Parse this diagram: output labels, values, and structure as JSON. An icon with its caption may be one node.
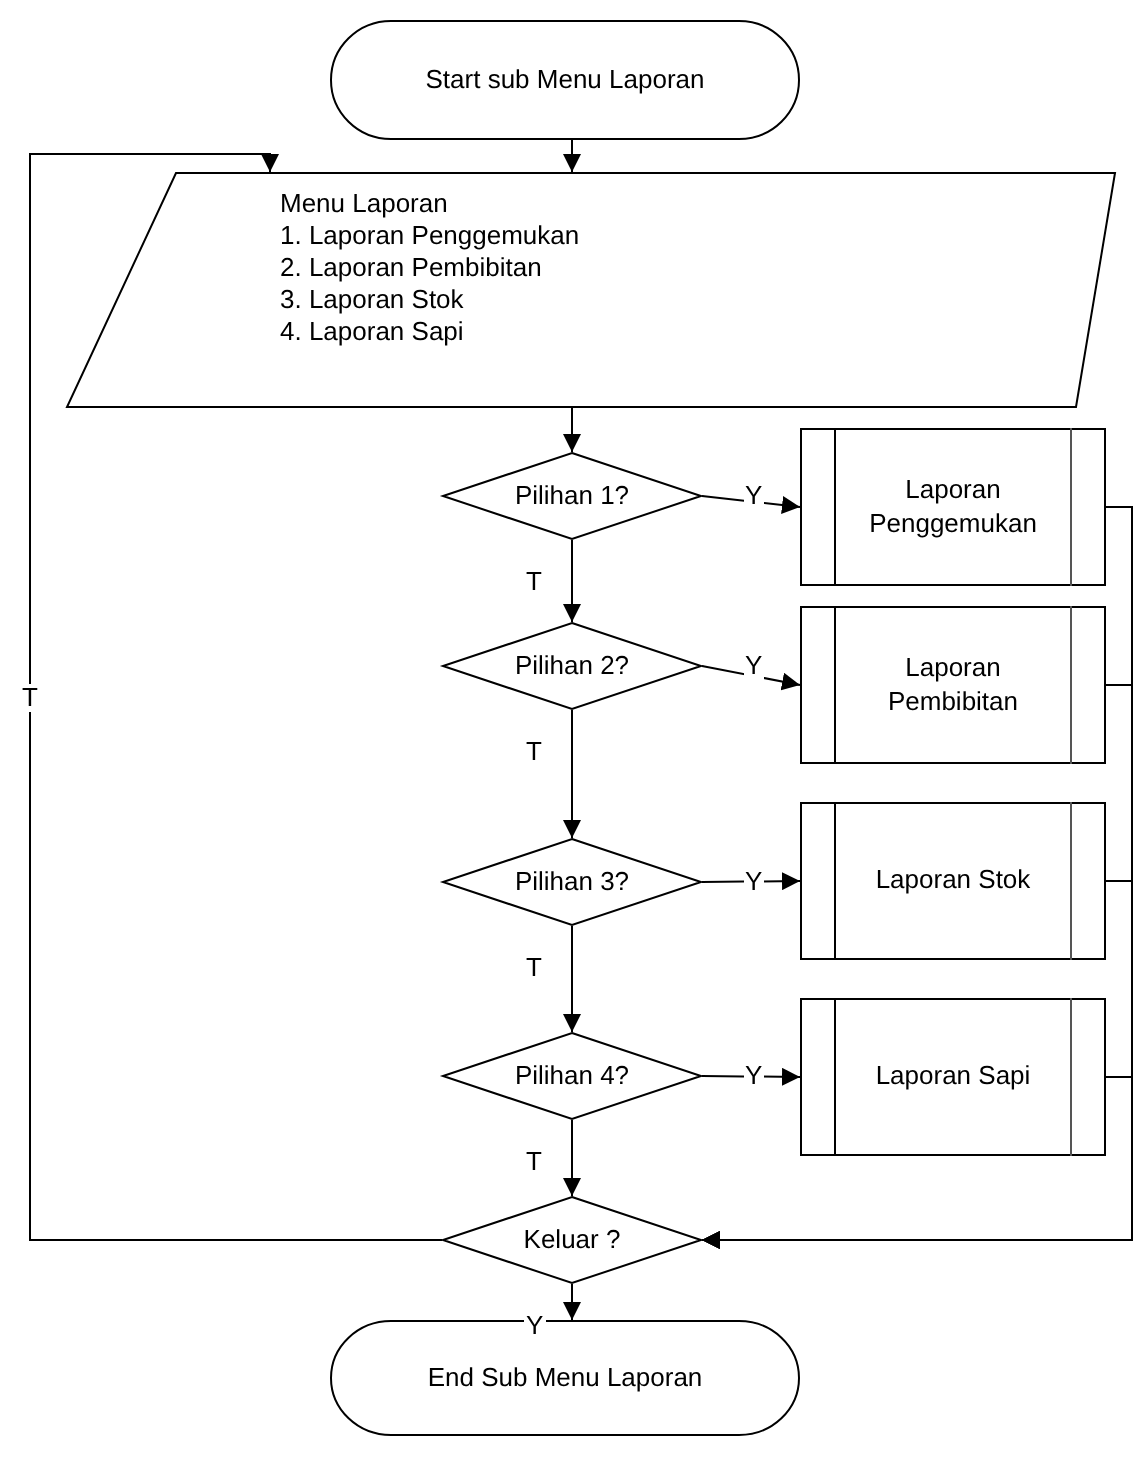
{
  "diagram": {
    "nodes": [
      {
        "text": [
          "Start sub Menu Laporan"
        ]
      },
      {
        "text": [
          "Menu Laporan",
          "1. Laporan Penggemukan",
          "2. Laporan Pembibitan",
          "3. Laporan Stok",
          "4. Laporan Sapi"
        ]
      },
      {
        "text": [
          "Pilihan 1?"
        ]
      },
      {
        "text": [
          "Laporan Penggemukan"
        ]
      },
      {
        "text": [
          "Pilihan 2?"
        ]
      },
      {
        "text": [
          "Laporan Pembibitan"
        ]
      },
      {
        "text": [
          "Pilihan 3?"
        ]
      },
      {
        "text": [
          "Laporan Stok"
        ]
      },
      {
        "text": [
          "Pilihan 4?"
        ]
      },
      {
        "text": [
          "Laporan Sapi"
        ]
      },
      {
        "text": [
          "Keluar ?"
        ]
      },
      {
        "text": [
          "End Sub Menu Laporan"
        ]
      }
    ],
    "edges": [
      {
        "from": 0,
        "to": 1,
        "arrow": "to"
      },
      {
        "from": 1,
        "to": 2,
        "arrow": "to"
      },
      {
        "from": 2,
        "to": 3,
        "arrow": "to",
        "label": "Y"
      },
      {
        "from": 2,
        "to": 4,
        "arrow": "to",
        "label": "T"
      },
      {
        "from": 4,
        "to": 5,
        "arrow": "to",
        "label": "Y"
      },
      {
        "from": 4,
        "to": 6,
        "arrow": "to",
        "label": "T"
      },
      {
        "from": 6,
        "to": 7,
        "arrow": "to",
        "label": "Y"
      },
      {
        "from": 6,
        "to": 8,
        "arrow": "to",
        "label": "T"
      },
      {
        "from": 8,
        "to": 9,
        "arrow": "to",
        "label": "Y"
      },
      {
        "from": 8,
        "to": 10,
        "arrow": "to",
        "label": "T"
      },
      {
        "from": 3,
        "to": 10,
        "arrow": "to"
      },
      {
        "from": 5,
        "to": 10,
        "arrow": "to"
      },
      {
        "from": 7,
        "to": 10,
        "arrow": "to"
      },
      {
        "from": 9,
        "to": 10,
        "arrow": "to"
      },
      {
        "from": 10,
        "to": 1,
        "arrow": "to",
        "label": "T"
      },
      {
        "from": 10,
        "to": 11,
        "arrow": "to",
        "label": "Y"
      }
    ]
  }
}
